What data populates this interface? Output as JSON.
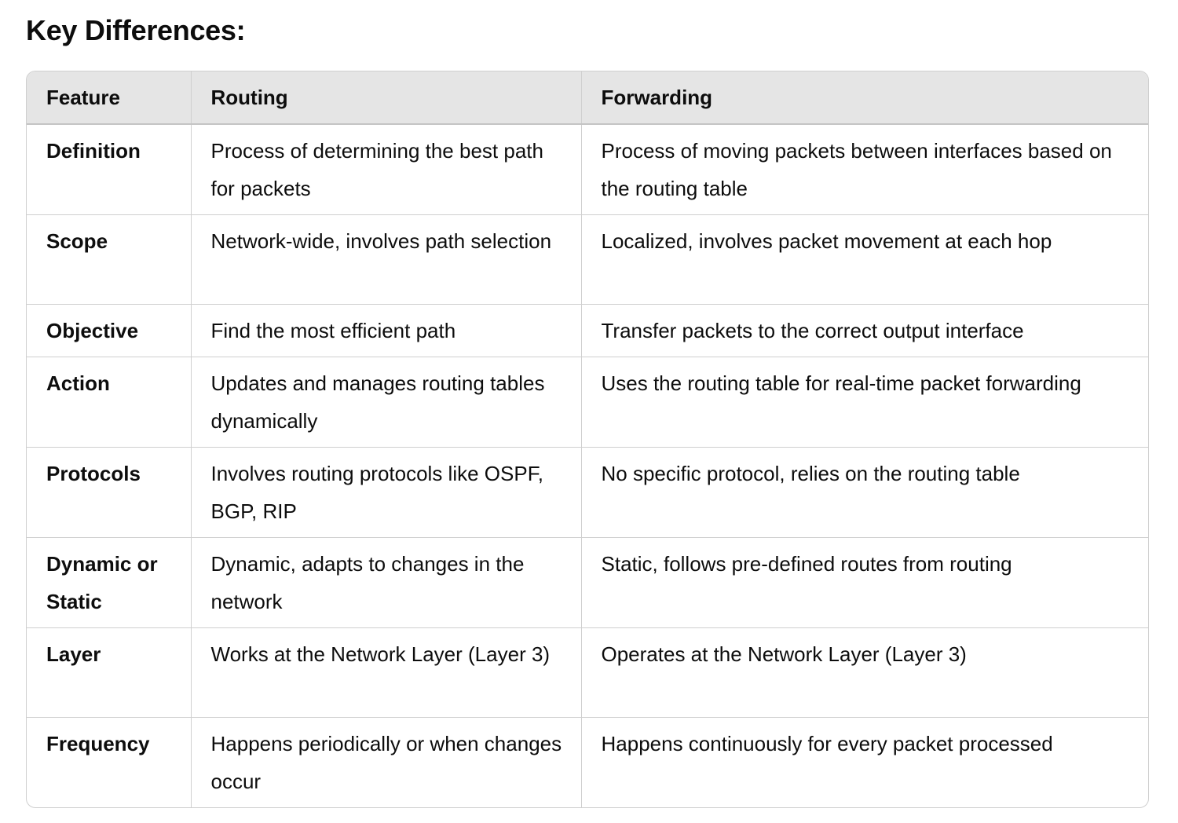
{
  "heading": "Key Differences:",
  "table": {
    "headers": [
      "Feature",
      "Routing",
      "Forwarding"
    ],
    "rows": [
      [
        "Definition",
        "Process of determining the best path for packets",
        "Process of moving packets between interfaces based on the routing table"
      ],
      [
        "Scope",
        "Network-wide, involves path selection",
        "Localized, involves packet movement at each hop"
      ],
      [
        "Objective",
        "Find the most efficient path",
        "Transfer packets to the correct output interface"
      ],
      [
        "Action",
        "Updates and manages routing tables dynamically",
        "Uses the routing table for real-time packet forwarding"
      ],
      [
        "Protocols",
        "Involves routing protocols like OSPF, BGP, RIP",
        "No specific protocol, relies on the routing table"
      ],
      [
        "Dynamic or Static",
        "Dynamic, adapts to changes in the network",
        "Static, follows pre-defined routes from routing"
      ],
      [
        "Layer",
        "Works at the Network Layer (Layer 3)",
        "Operates at the Network Layer (Layer 3)"
      ],
      [
        "Frequency",
        "Happens periodically or when changes occur",
        "Happens continuously for every packet processed"
      ]
    ]
  }
}
